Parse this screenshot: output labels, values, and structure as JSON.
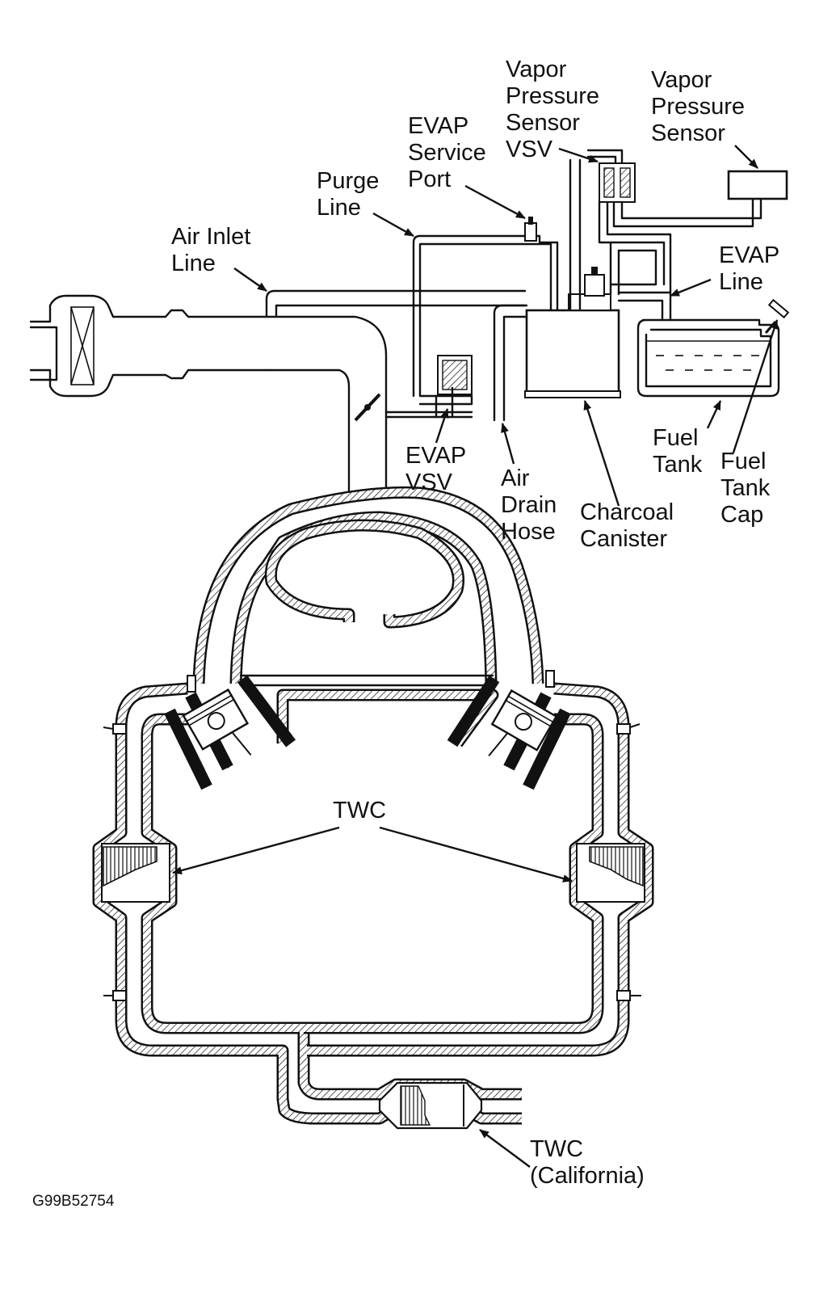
{
  "labels": {
    "vapor_pressure_sensor_vsv": [
      "Vapor",
      "Pressure",
      "Sensor",
      "VSV"
    ],
    "vapor_pressure_sensor": [
      "Vapor",
      "Pressure",
      "Sensor"
    ],
    "evap_service_port": [
      "EVAP",
      "Service",
      "Port"
    ],
    "purge_line": [
      "Purge",
      "Line"
    ],
    "air_inlet_line": [
      "Air Inlet",
      "Line"
    ],
    "evap_line": [
      "EVAP",
      "Line"
    ],
    "evap_vsv": [
      "EVAP",
      "VSV"
    ],
    "air_drain_hose": [
      "Air",
      "Drain",
      "Hose"
    ],
    "charcoal_canister": [
      "Charcoal",
      "Canister"
    ],
    "fuel_tank": [
      "Fuel",
      "Tank"
    ],
    "fuel_tank_cap": [
      "Fuel",
      "Tank",
      "Cap"
    ],
    "twc": "TWC",
    "twc_california": [
      "TWC",
      "(California)"
    ]
  },
  "figure_code": "G99B52754"
}
